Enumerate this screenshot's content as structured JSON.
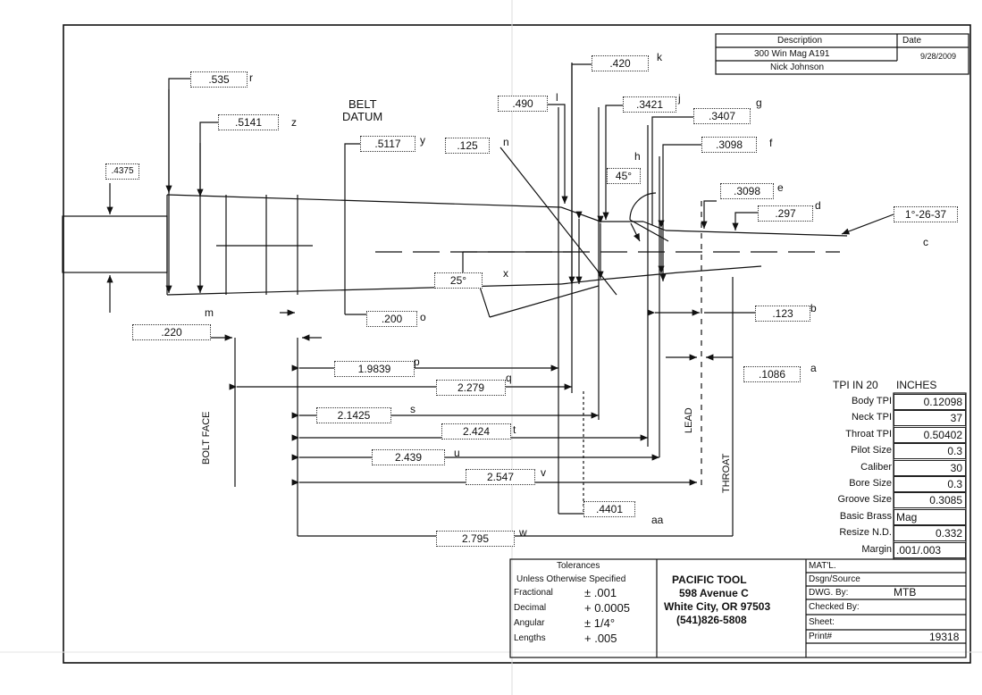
{
  "title_block": {
    "header_description": "Description",
    "header_date": "Date",
    "description": "300 Win Mag A191",
    "date": "9/28/2009",
    "author": "Nick Johnson"
  },
  "labels": {
    "belt_datum_1": "BELT",
    "belt_datum_2": "DATUM",
    "bolt_face": "BOLT FACE",
    "lead": "LEAD",
    "throat": "THROAT"
  },
  "dims": [
    {
      "id": "r",
      "value": ".535",
      "letter": "r"
    },
    {
      "id": "z",
      "value": ".5141",
      "letter": "z"
    },
    {
      "id": "y",
      "value": ".5117",
      "letter": "y"
    },
    {
      "id": "k",
      "value": ".420",
      "letter": "k"
    },
    {
      "id": "l",
      "value": ".490",
      "letter": "l"
    },
    {
      "id": "j",
      "value": ".3421",
      "letter": "j"
    },
    {
      "id": "g",
      "value": ".3407",
      "letter": "g"
    },
    {
      "id": "n",
      "value": ".125",
      "letter": "n"
    },
    {
      "id": "f",
      "value": ".3098",
      "letter": "f"
    },
    {
      "id": "h",
      "value": "45°",
      "letter": "h"
    },
    {
      "id": "e",
      "value": ".3098",
      "letter": "e"
    },
    {
      "id": "d",
      "value": ".297",
      "letter": "d"
    },
    {
      "id": "c",
      "value": "1°-26-37",
      "letter": "c"
    },
    {
      "id": "a4375",
      "value": ".4375",
      "letter": ""
    },
    {
      "id": "x",
      "value": "25°",
      "letter": "x"
    },
    {
      "id": "o",
      "value": ".200",
      "letter": "o"
    },
    {
      "id": "m",
      "value": ".220",
      "letter": "m"
    },
    {
      "id": "b",
      "value": ".123",
      "letter": "b"
    },
    {
      "id": "p",
      "value": "1.9839",
      "letter": "p"
    },
    {
      "id": "a",
      "value": ".1086",
      "letter": "a"
    },
    {
      "id": "q",
      "value": "2.279",
      "letter": "q"
    },
    {
      "id": "s",
      "value": "2.1425",
      "letter": "s"
    },
    {
      "id": "t",
      "value": "2.424",
      "letter": "t"
    },
    {
      "id": "u",
      "value": "2.439",
      "letter": "u"
    },
    {
      "id": "v",
      "value": "2.547",
      "letter": "v"
    },
    {
      "id": "aa",
      "value": ".4401",
      "letter": "aa"
    },
    {
      "id": "w",
      "value": "2.795",
      "letter": "w"
    }
  ],
  "tpi": {
    "title": "TPI IN 20",
    "unit": "INCHES",
    "rows": [
      {
        "label": "Body TPI",
        "value": "0.12098"
      },
      {
        "label": "Neck TPI",
        "value": "37"
      },
      {
        "label": "Throat TPI",
        "value": "0.50402"
      },
      {
        "label": "Pilot Size",
        "value": "0.3"
      },
      {
        "label": "Caliber",
        "value": "30"
      },
      {
        "label": "Bore Size",
        "value": "0.3"
      },
      {
        "label": "Groove Size",
        "value": "0.3085"
      },
      {
        "label": "Basic Brass",
        "value": "Mag"
      },
      {
        "label": "Resize N.D.",
        "value": "0.332"
      },
      {
        "label": "Margin",
        "value": ".001/.003"
      }
    ]
  },
  "tolerances": {
    "title": "Tolerances",
    "subtitle": "Unless Otherwise Specified",
    "rows": [
      {
        "label": "Fractional",
        "value": "± .001"
      },
      {
        "label": "Decimal",
        "value": "+ 0.0005"
      },
      {
        "label": "Angular",
        "value": "± 1/4°"
      },
      {
        "label": "Lengths",
        "value": "+ .005"
      }
    ]
  },
  "company": {
    "name": "PACIFIC TOOL",
    "address1": "598 Avenue C",
    "address2": "White City, OR 97503",
    "phone": "(541)826-5808"
  },
  "signoff": {
    "matl": "MAT'L.",
    "dsgn": "Dsgn/Source",
    "dwg_by_label": "DWG. By:",
    "dwg_by": "MTB",
    "checked": "Checked By:",
    "sheet": "Sheet:",
    "print_label": "Print#",
    "print_no": "19318"
  }
}
